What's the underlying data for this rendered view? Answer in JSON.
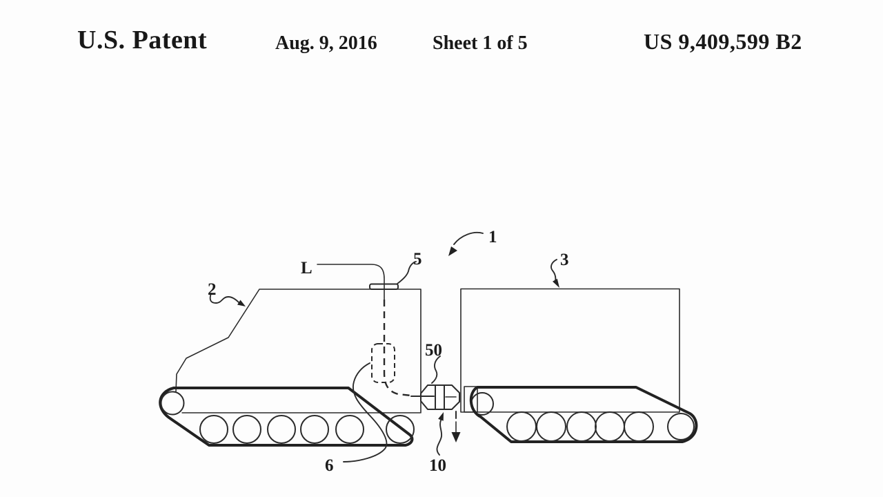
{
  "header": {
    "title": "U.S. Patent",
    "date": "Aug. 9, 2016",
    "sheet": "Sheet 1 of 5",
    "patent_number": "US 9,409,599 B2"
  },
  "figure": {
    "reference_labels": {
      "assembly": "1",
      "tractor_body": "2",
      "trailer_body": "3",
      "roof_mount": "5",
      "inner_unit": "6",
      "lower_point": "10",
      "coupler": "50",
      "line": "L"
    }
  }
}
